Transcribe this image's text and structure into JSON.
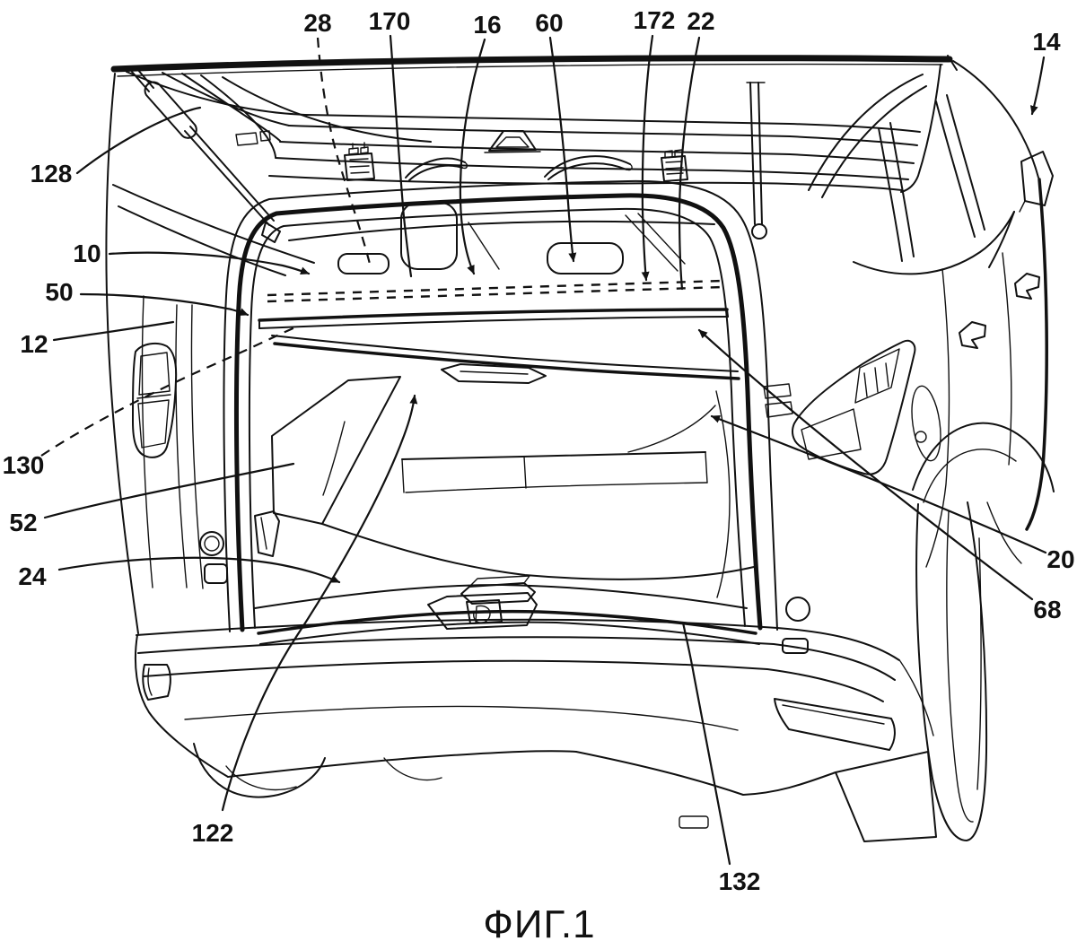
{
  "figure": {
    "caption": "ФИГ.1",
    "background_color": "#ffffff",
    "line_color": "#111111",
    "reference_labels": {
      "n28": "28",
      "n170": "170",
      "n16": "16",
      "n60": "60",
      "n172": "172",
      "n22": "22",
      "n14": "14",
      "n128": "128",
      "n10": "10",
      "n50": "50",
      "n12": "12",
      "n130": "130",
      "n52": "52",
      "n24": "24",
      "n122": "122",
      "n20": "20",
      "n68": "68",
      "n132": "132"
    }
  }
}
